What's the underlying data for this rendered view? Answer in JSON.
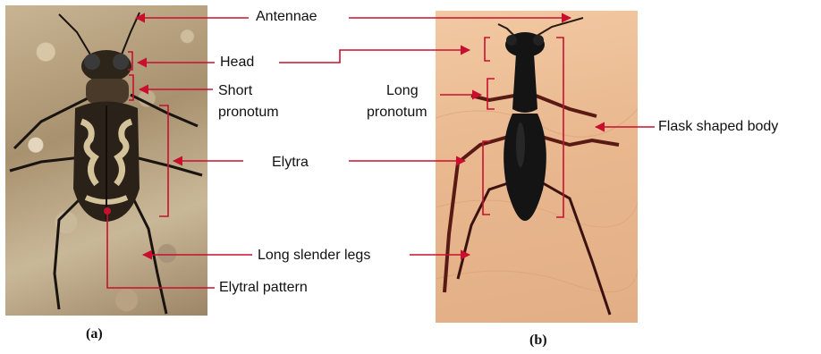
{
  "labels": {
    "antennae": "Antennae",
    "head": "Head",
    "short_pronotum_line1": "Short",
    "short_pronotum_line2": "pronotum",
    "long_pronotum_line1": "Long",
    "long_pronotum_line2": "pronotum",
    "elytra": "Elytra",
    "long_slender_legs": "Long slender legs",
    "elytral_pattern": "Elytral pattern",
    "flask_shaped_body": "Flask shaped body"
  },
  "captions": {
    "a": "(a)",
    "b": "(b)"
  },
  "colors": {
    "annotation": "#c8102e",
    "beetle_a_dark": "#2a2118",
    "beetle_a_light": "#d4c29a",
    "beetle_b_body": "#141414",
    "beetle_b_legs": "#5a1a14"
  }
}
